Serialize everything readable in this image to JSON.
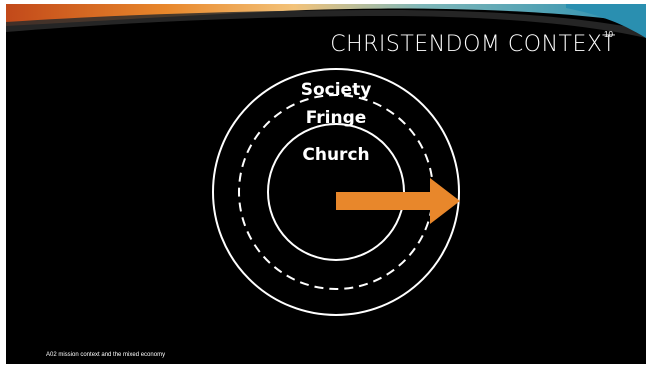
{
  "slide": {
    "title": "CHRISTENDOM CONTEXT",
    "number": "10",
    "footer": "A02 mission context and the mixed economy"
  },
  "diagram": {
    "rings": [
      {
        "label": "Society",
        "style": "solid"
      },
      {
        "label": "Fringe",
        "style": "dashed"
      },
      {
        "label": "Church",
        "style": "solid"
      }
    ],
    "arrow": {
      "direction": "outward",
      "color": "#e8872b"
    }
  },
  "colors": {
    "background": "#000000",
    "text": "#ffffff",
    "arrow": "#e8872b",
    "banner_orange": "#e8872b",
    "banner_teal": "#3aa0b8"
  }
}
